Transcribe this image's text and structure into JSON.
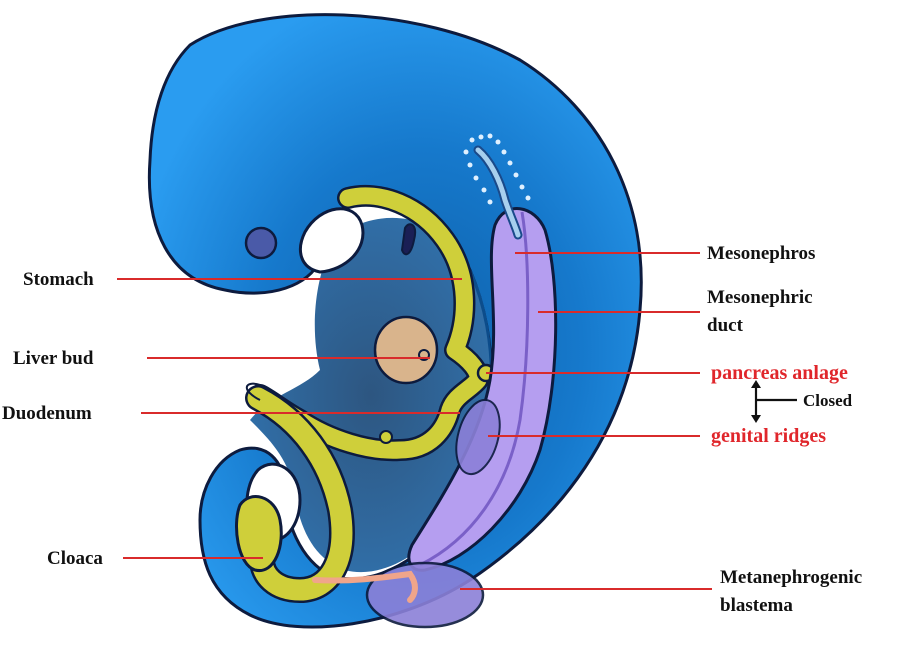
{
  "labels": {
    "stomach": "Stomach",
    "liver_bud": "Liver bud",
    "duodenum": "Duodenum",
    "cloaca": "Cloaca",
    "mesonephros": "Mesonephros",
    "mesonephric_duct_1": "Mesonephric",
    "mesonephric_duct_2": "duct",
    "pancreas_anlage": "pancreas anlage",
    "closed": "Closed",
    "genital_ridges": "genital ridges",
    "metanephrogenic_1": "Metanephrogenic",
    "metanephrogenic_2": "blastema"
  },
  "colors": {
    "body_outer": "#1f8fe6",
    "body_inner": "#0a4f8f",
    "outline": "#0d1b3e",
    "gut": "#cfcf3a",
    "mesonephros": "#b59ef0",
    "liver": "#d9b48c",
    "pointer": "#d92b2b",
    "label_red": "#e0262b"
  }
}
